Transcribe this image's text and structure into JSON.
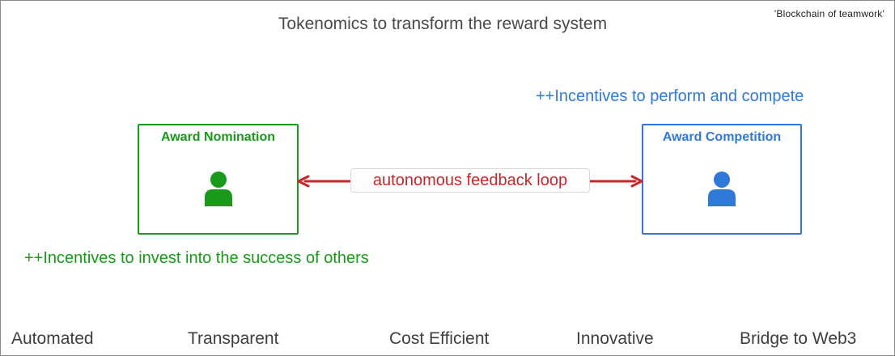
{
  "title": "Tokenomics to transform the reward system",
  "corner_note": "'Blockchain of teamwork'",
  "nomination": {
    "title": "Award Nomination",
    "icon": "person-icon",
    "incentive": "++Incentives to invest into the success of others",
    "color": "#1a9a1a"
  },
  "competition": {
    "title": "Award Competition",
    "icon": "person-icon",
    "incentive": "++Incentives to perform and compete",
    "color": "#2f79d9"
  },
  "loop": {
    "label": "autonomous feedback loop",
    "color": "#c9262c"
  },
  "features": [
    "Automated",
    "Transparent",
    "Cost Efficient",
    "Innovative",
    "Bridge to Web3"
  ]
}
